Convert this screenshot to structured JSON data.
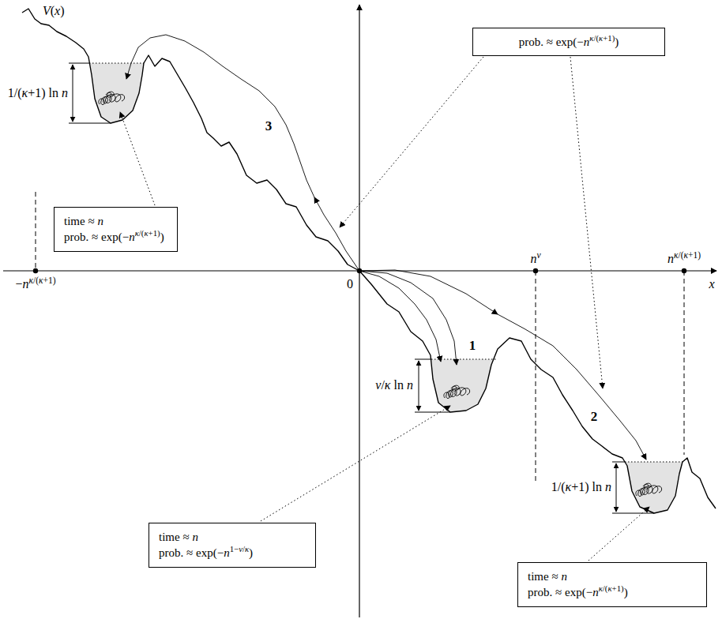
{
  "diagram": {
    "nodes": [
      {
        "text": [
          "prob. ≈ exp(−nκ/(κ+1))"
        ]
      },
      {
        "text": [
          "time ≈ n",
          "prob. ≈ exp(−nκ/(κ+1))"
        ]
      },
      {
        "text": [
          "time ≈ n",
          "prob. ≈ exp(−n1−ν/κ)"
        ]
      },
      {
        "text": [
          "time ≈ n",
          "prob. ≈ exp(−nκ/(κ+1))"
        ]
      }
    ],
    "labels": [
      "V(x)",
      "1/(κ+1) ln n",
      "3",
      "−nκ/(κ+1)",
      "0",
      "nν",
      "nκ/(κ+1)",
      "x",
      "1",
      "ν/κ ln n",
      "2",
      "1/(κ+1) ln n"
    ]
  }
}
